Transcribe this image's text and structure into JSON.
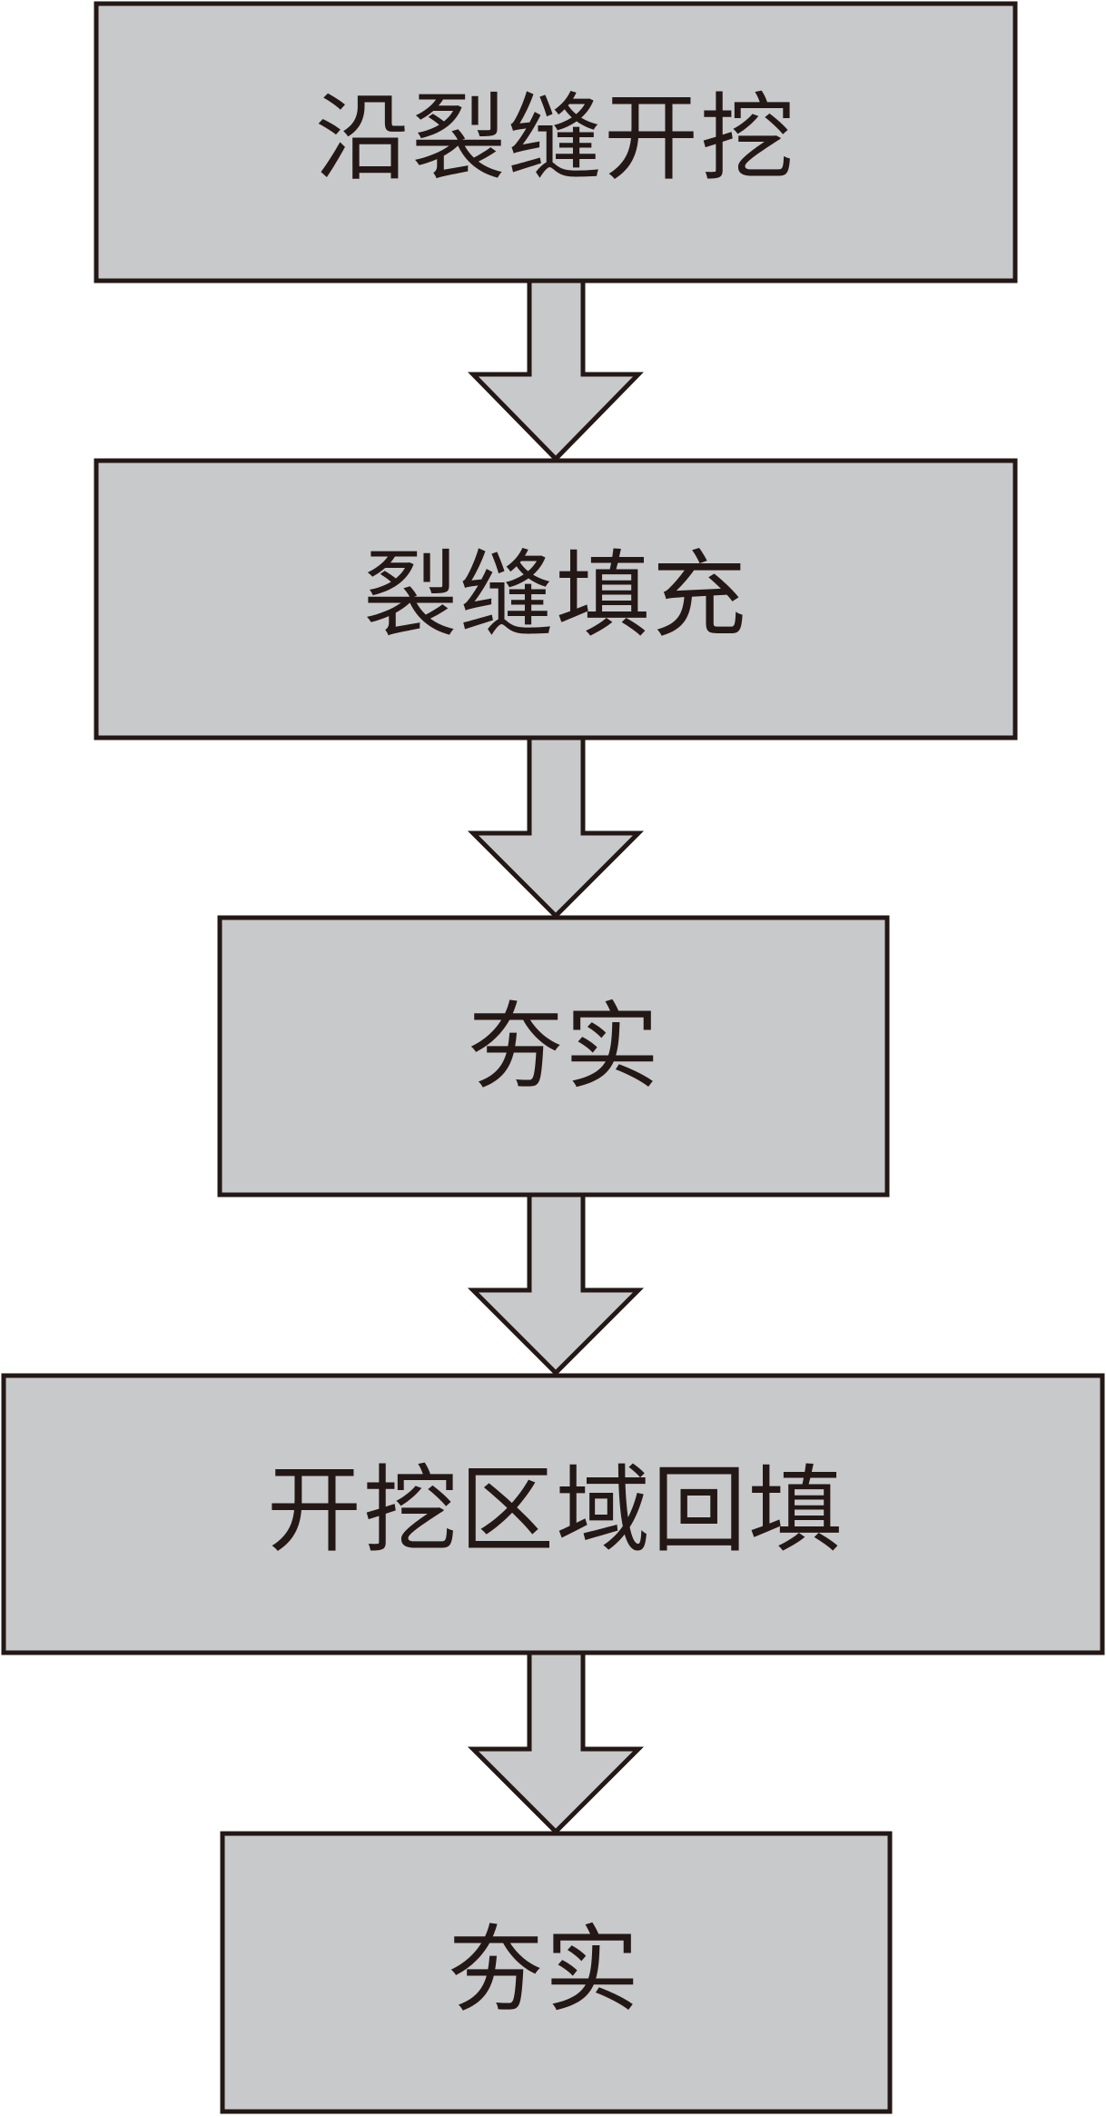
{
  "diagram": {
    "steps": [
      {
        "label": "沿裂缝开挖"
      },
      {
        "label": "裂缝填充"
      },
      {
        "label": "夯实"
      },
      {
        "label": "开挖区域回填"
      },
      {
        "label": "夯实"
      }
    ],
    "colors": {
      "box_fill": "#c8c9cb",
      "stroke": "#231815",
      "background": "#ffffff"
    }
  }
}
